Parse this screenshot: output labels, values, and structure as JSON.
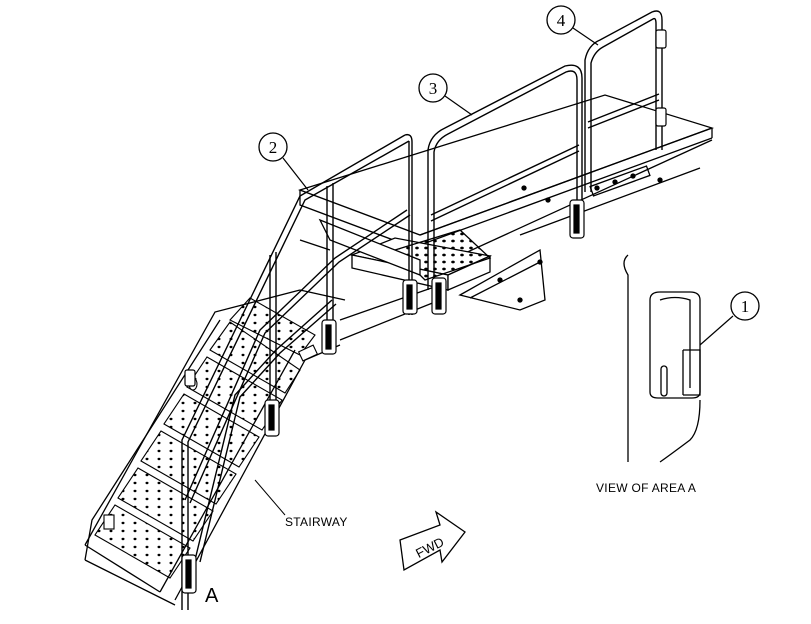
{
  "callouts": [
    "1",
    "2",
    "3",
    "4"
  ],
  "labels": {
    "stairway": "STAIRWAY",
    "fwd": "FWD",
    "area_letter": "A",
    "view_of_area": "VIEW OF AREA A"
  },
  "colors": {
    "line": "#000000",
    "background": "#ffffff"
  }
}
